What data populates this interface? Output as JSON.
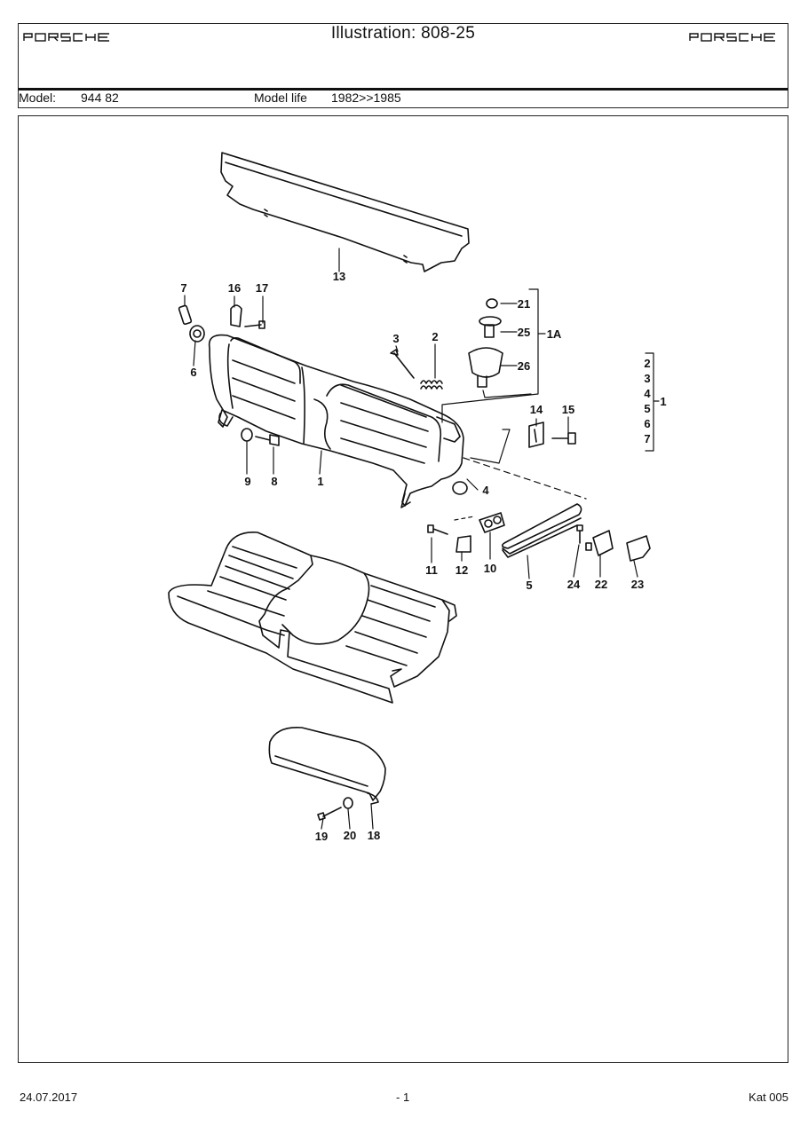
{
  "brand": {
    "logo_text": "PORSCHE"
  },
  "header": {
    "title": "Illustration: 808-25",
    "model_label": "Model:",
    "model_value": "944 82",
    "model_life_label": "Model life",
    "model_life_value": "1982>>1985"
  },
  "parts": {
    "p1": "1",
    "p1a": "1A",
    "p2": "2",
    "p3": "3",
    "p4": "4",
    "p5": "5",
    "p6": "6",
    "p7": "7",
    "p8": "8",
    "p9": "9",
    "p10": "10",
    "p11": "11",
    "p12": "12",
    "p13": "13",
    "p14": "14",
    "p15": "15",
    "p16": "16",
    "p17": "17",
    "p18": "18",
    "p19": "19",
    "p20": "20",
    "p21": "21",
    "p22": "22",
    "p23": "23",
    "p24": "24",
    "p25": "25",
    "p26": "26"
  },
  "legend": {
    "items": [
      "2",
      "3",
      "4",
      "5",
      "6",
      "7"
    ],
    "total": "1"
  },
  "footer": {
    "date": "24.07.2017",
    "page": "- 1",
    "catalog": "Kat 005"
  }
}
